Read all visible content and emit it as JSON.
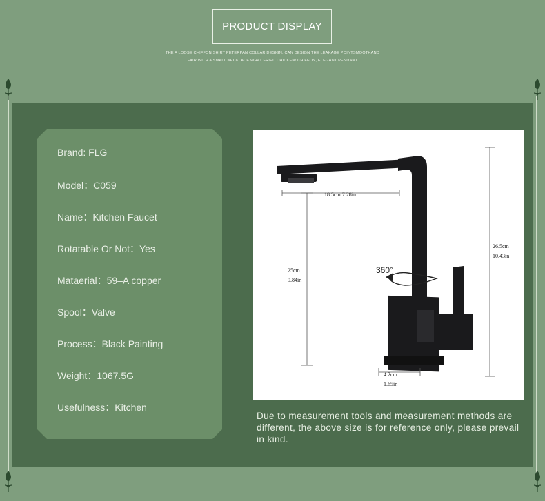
{
  "header": {
    "title": "PRODUCT DISPLAY",
    "subtitle_line1": "THE A LOOSE CHIFFON SHIRT PETERPAN COLLAR DESIGN, CAN DESIGN THE LEAKAGE POINTSMOOTHAND",
    "subtitle_line2": "FAIR WITH A SMALL NECKLACE WHAT FRIED CHICKEN! CHIFFON, ELEGANT PENDANT"
  },
  "specs": [
    {
      "label": "Brand:  FLG"
    },
    {
      "label": "Model：C059"
    },
    {
      "label": "Name：Kitchen Faucet"
    },
    {
      "label": "Rotatable Or Not：Yes"
    },
    {
      "label": "Mataerial：59–A copper"
    },
    {
      "label": "Spool：Valve"
    },
    {
      "label": "Process：Black Painting"
    },
    {
      "label": "Weight：1067.5G"
    },
    {
      "label": "Usefulness：Kitchen"
    }
  ],
  "diagram": {
    "spout_reach": "18.5cm 7.28in",
    "height_total_cm": "26.5cm",
    "height_total_in": "10.43in",
    "spout_height_cm": "25cm",
    "spout_height_in": "9.84in",
    "base_cm": "4.2cm",
    "base_in": "1.65in",
    "rotation": "360°"
  },
  "note": "Due to measurement tools and measurement methods are different, the above size is for reference only, please prevail in kind.",
  "colors": {
    "background": "#7f9e7e",
    "panel": "#4c6c4d",
    "card": "#6c8f69",
    "text": "#e9efe6"
  }
}
